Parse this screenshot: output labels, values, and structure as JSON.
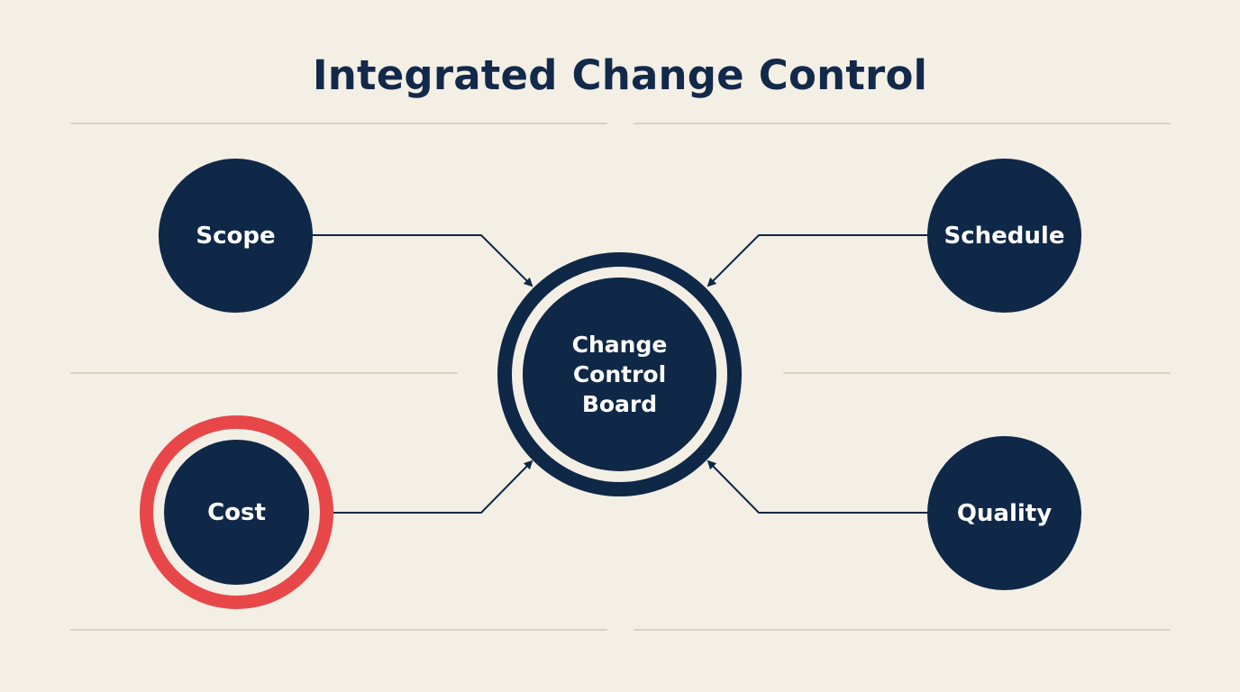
{
  "title": "Integrated Change Control",
  "colors": {
    "background": "#f3efe5",
    "node": "#0f2847",
    "title": "#12294a",
    "rule": "#d9d2c0",
    "connector": "#0f2847",
    "highlight": "#e8474a",
    "ring_gap": "#f3efe5"
  },
  "nodes": {
    "scope": {
      "label": "Scope"
    },
    "schedule": {
      "label": "Schedule"
    },
    "cost": {
      "label": "Cost",
      "highlighted": true
    },
    "quality": {
      "label": "Quality"
    },
    "center": {
      "line1": "Change",
      "line2": "Control",
      "line3": "Board"
    }
  }
}
